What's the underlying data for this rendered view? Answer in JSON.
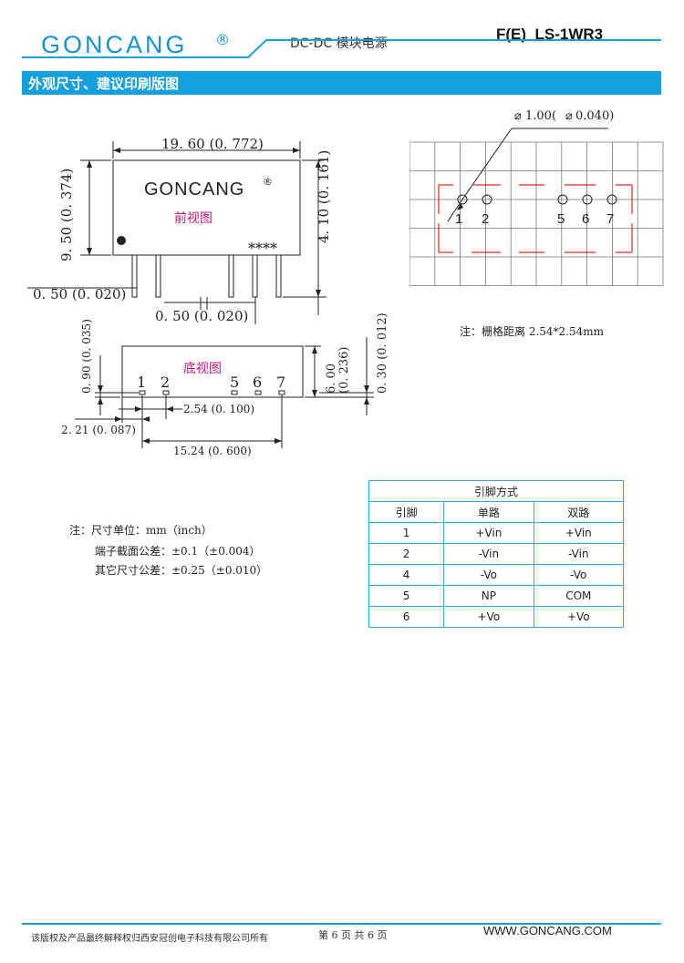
{
  "header": {
    "logo_text": "GONCANG",
    "logo_reg": "®",
    "doc_type": "DC-DC 模块电源",
    "model": "F(E)_LS-1WR3",
    "accent": "#13a0dd"
  },
  "section": {
    "title": "外观尺寸、建议印刷版图"
  },
  "front_view": {
    "label": "前视图",
    "brand": "GONCANG",
    "brand_reg": "®",
    "marking": "****",
    "dim_width": "19. 60 (0. 772)",
    "dim_height": "9. 50 (0. 374)",
    "dim_pin_length": "4. 10 (0. 161)",
    "dim_pin_width": "0. 50 (0. 020)",
    "dim_pin_thickness": "0. 50 (0. 020)"
  },
  "bottom_view": {
    "label": "底视图",
    "pins": [
      "1",
      "2",
      "5",
      "6",
      "7"
    ],
    "dim_depth": "6. 00",
    "dim_depth_inch": "(0. 236)",
    "dim_standoff": "0. 30 (0. 012)",
    "dim_pin_offset": "0. 90 (0. 035)",
    "dim_pitch": "2.54 (0. 100)",
    "dim_edge": "2. 21 (0. 087)",
    "dim_span": "15.24 (0. 600)"
  },
  "pcb_layout": {
    "hole_dim": "1.00(",
    "hole_dim_inch": "0.040)",
    "diameter_symbol": "⌀",
    "pins": [
      "1",
      "2",
      "5",
      "6",
      "7"
    ],
    "note": "注：栅格距离 2.54*2.54mm"
  },
  "notes": {
    "line1": "注：尺寸单位：mm（inch）",
    "line2": "端子截面公差：±0.1（±0.004）",
    "line3": "其它尺寸公差：±0.25（±0.010）"
  },
  "pin_table": {
    "title": "引脚方式",
    "headers": [
      "引脚",
      "单路",
      "双路"
    ],
    "rows": [
      [
        "1",
        "+Vin",
        "+Vin"
      ],
      [
        "2",
        "-Vin",
        "-Vin"
      ],
      [
        "4",
        "-Vo",
        "-Vo"
      ],
      [
        "5",
        "NP",
        "COM"
      ],
      [
        "6",
        "+Vo",
        "+Vo"
      ]
    ]
  },
  "footer": {
    "copyright": "该版权及产品最终解释权归西安冠创电子科技有限公司所有",
    "page_info": "第 6 页 共 6 页",
    "website": "WWW.GONCANG.COM"
  }
}
